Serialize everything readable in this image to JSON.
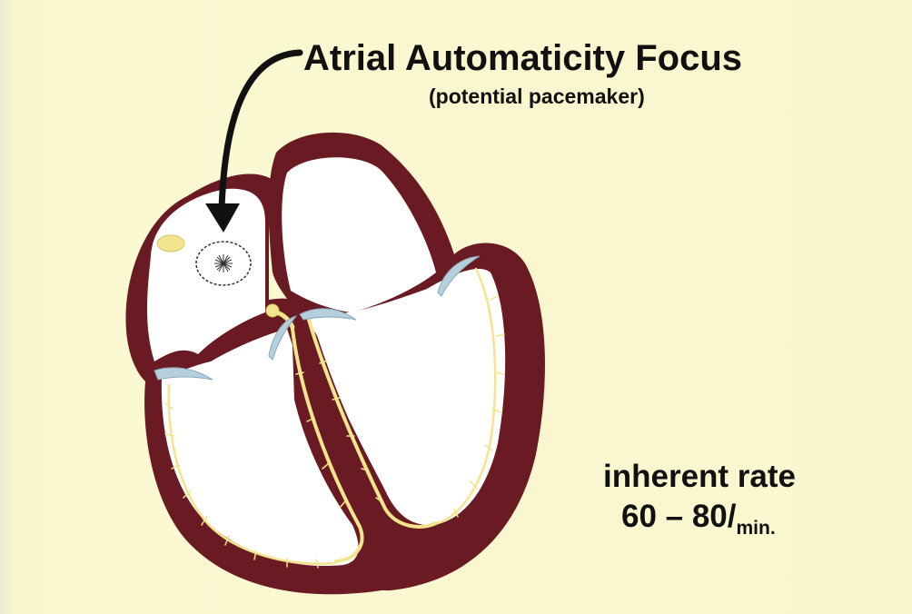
{
  "diagram": {
    "title": "Atrial Automaticity Focus",
    "subtitle": "(potential pacemaker)",
    "rate_label": "inherent rate",
    "rate_value": "60 – 80/",
    "rate_unit": "min."
  },
  "colors": {
    "background": "#f9f6cf",
    "myocardium": "#6a1a22",
    "chamber": "#ffffff",
    "conduction": "#f3e58e",
    "valve": "#b5cfdc",
    "text": "#111111"
  }
}
